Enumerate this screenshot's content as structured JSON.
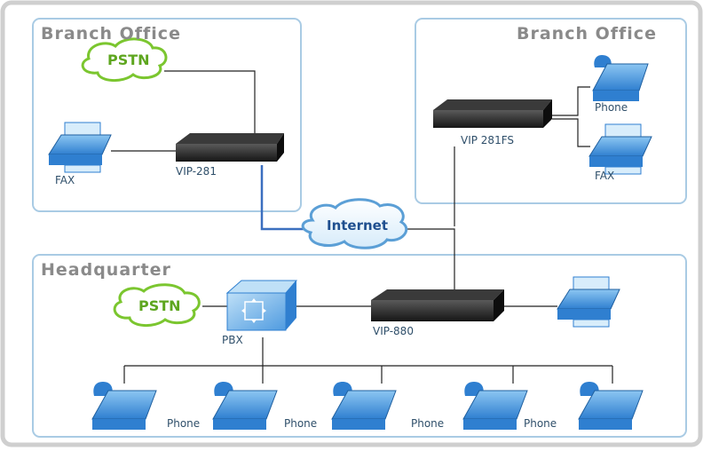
{
  "sections": {
    "branch_left": {
      "title": "Branch Office"
    },
    "branch_right": {
      "title": "Branch Office"
    },
    "headquarter": {
      "title": "Headquarter"
    }
  },
  "clouds": {
    "pstn_branch": "PSTN",
    "internet": "Internet",
    "pstn_hq": "PSTN"
  },
  "devices": {
    "vip281": "VIP-281",
    "vip281fs": "VIP 281FS",
    "vip880": "VIP-880",
    "pbx": "PBX"
  },
  "endpoints": {
    "fax_left": "FAX",
    "phone_right": "Phone",
    "fax_right": "FAX",
    "hq_phones": [
      "Phone",
      "Phone",
      "Phone",
      "Phone"
    ]
  },
  "colors": {
    "panel_border": "#a9cbe4",
    "outer_border": "#cfcfcf",
    "title_text": "#8a8a8a",
    "cloud_green": "#7bc62f",
    "cloud_blue": "#5b9fd6",
    "internet_link": "#3b6fbf",
    "device_black": "#1a1a1a",
    "phone_blue": "#4f9be0"
  },
  "icons": {
    "cloud": "cloud-icon",
    "router": "router-icon",
    "phone": "phone-icon",
    "fax": "fax-icon",
    "pbx": "pbx-icon"
  }
}
